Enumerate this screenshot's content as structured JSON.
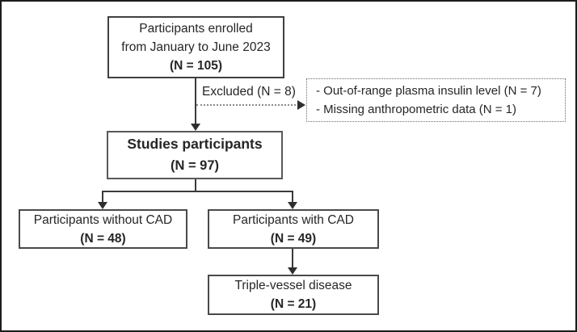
{
  "figure": {
    "type": "flowchart",
    "description": "Participant enrollment flow diagram",
    "background_color": "#ffffff",
    "outer_border_color": "#1c1c1c",
    "box_border_color": "#404040",
    "connector_color": "#3a3a3a",
    "text_color": "#262626"
  },
  "nodes": {
    "enrolled": {
      "line1": "Participants enrolled",
      "line2": "from January to June 2023",
      "count": "(N = 105)"
    },
    "excluded": {
      "label": "Excluded (N = 8)"
    },
    "exclusion_reasons": {
      "reason1": "- Out-of-range plasma insulin level (N = 7)",
      "reason2": "- Missing anthropometric data (N = 1)"
    },
    "studies": {
      "line1": "Studies participants",
      "count": "(N = 97)"
    },
    "without_cad": {
      "line1": "Participants without CAD",
      "count": "(N = 48)"
    },
    "with_cad": {
      "line1": "Participants with CAD",
      "count": "(N = 49)"
    },
    "triple_vessel": {
      "line1": "Triple-vessel disease",
      "count": "(N = 21)"
    }
  }
}
